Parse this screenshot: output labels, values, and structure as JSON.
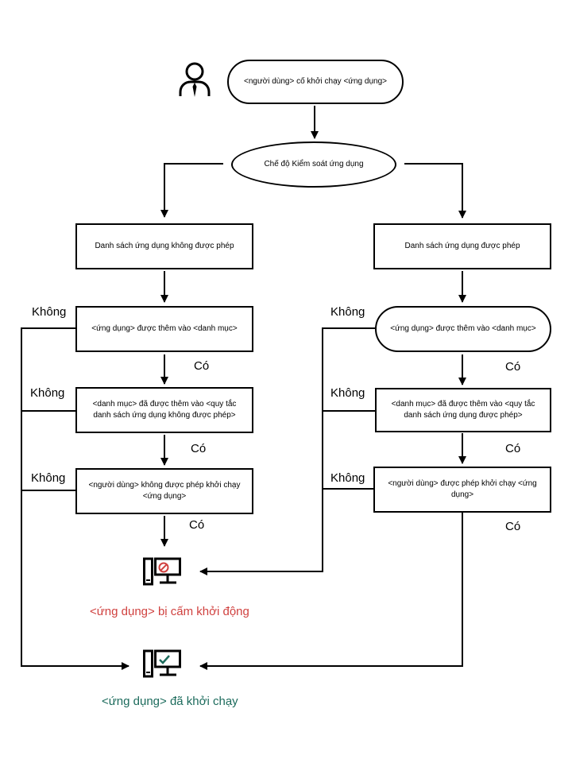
{
  "start": {
    "text": "<người dùng> cố khởi chạy <ứng dụng>"
  },
  "mode": {
    "text": "Chế độ Kiểm soát ứng dụng"
  },
  "left_branch": {
    "title": "Danh sách ứng dụng không được phép",
    "check1": "<ứng dụng> được thêm vào <danh mục>",
    "check2": "<danh mục> đã được thêm vào <quy tắc danh sách ứng dụng không được phép>",
    "check3": "<người dùng> không được phép khởi chạy <ứng dụng>"
  },
  "right_branch": {
    "title": "Danh sách ứng dụng được phép",
    "check1": "<ứng dụng> được thêm vào <danh mục>",
    "check2": "<danh mục> đã được thêm vào <quy tắc danh sách ứng dụng được phép>",
    "check3": "<người dùng> được phép khởi chạy <ứng dụng>"
  },
  "labels": {
    "no": "Không",
    "yes": "Có"
  },
  "results": {
    "blocked": "<ứng dụng> bị cấm khởi động",
    "allowed": "<ứng dụng> đã khởi chạy"
  },
  "colors": {
    "blocked": "#d0413f",
    "allowed": "#1c6b5c",
    "line": "#000000"
  },
  "icons": {
    "user": "user-icon",
    "blocked": "computer-blocked-icon",
    "allowed": "computer-allowed-icon"
  }
}
